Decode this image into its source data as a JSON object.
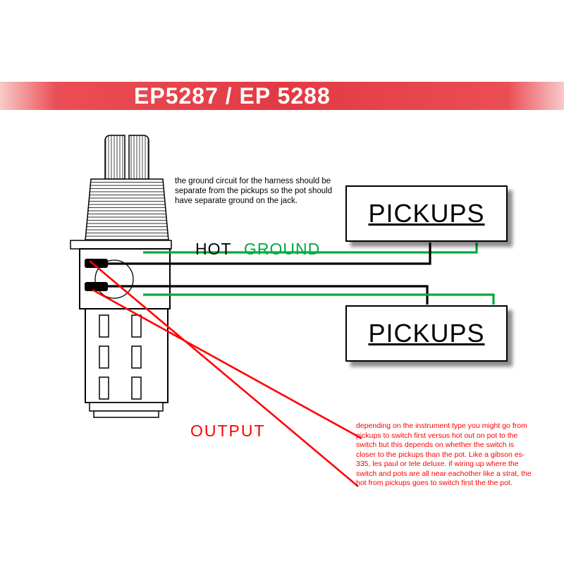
{
  "title": {
    "label": "EP5287 / EP 5288"
  },
  "labels": {
    "hot": "HOT",
    "ground": "GROUND",
    "output": "OUTPUT"
  },
  "boxes": {
    "pickups_top": {
      "label": "PICKUPS"
    },
    "pickups_bottom": {
      "label": "PICKUPS"
    }
  },
  "notes": {
    "ground_note": "the ground circuit for the harness should be separate from the pickups so the pot should have separate ground on the jack.",
    "routing_note": "depending on the instrument type you might go from pickups to switch first versus hot out on pot to the switch but this depends on whether the switch is closer to the pickups than the pot. Like a gibson es-335, les paul or tele deluxe. if wiring up where the switch and pots are all near eachother like a strat, the hot from pickups goes to switch first the the pot."
  },
  "colors": {
    "banner_red": "#e23a43",
    "banner_edge": "#f8caca",
    "wire_green": "#00ab3f",
    "wire_red": "#ff0000",
    "wire_black": "#000000"
  }
}
